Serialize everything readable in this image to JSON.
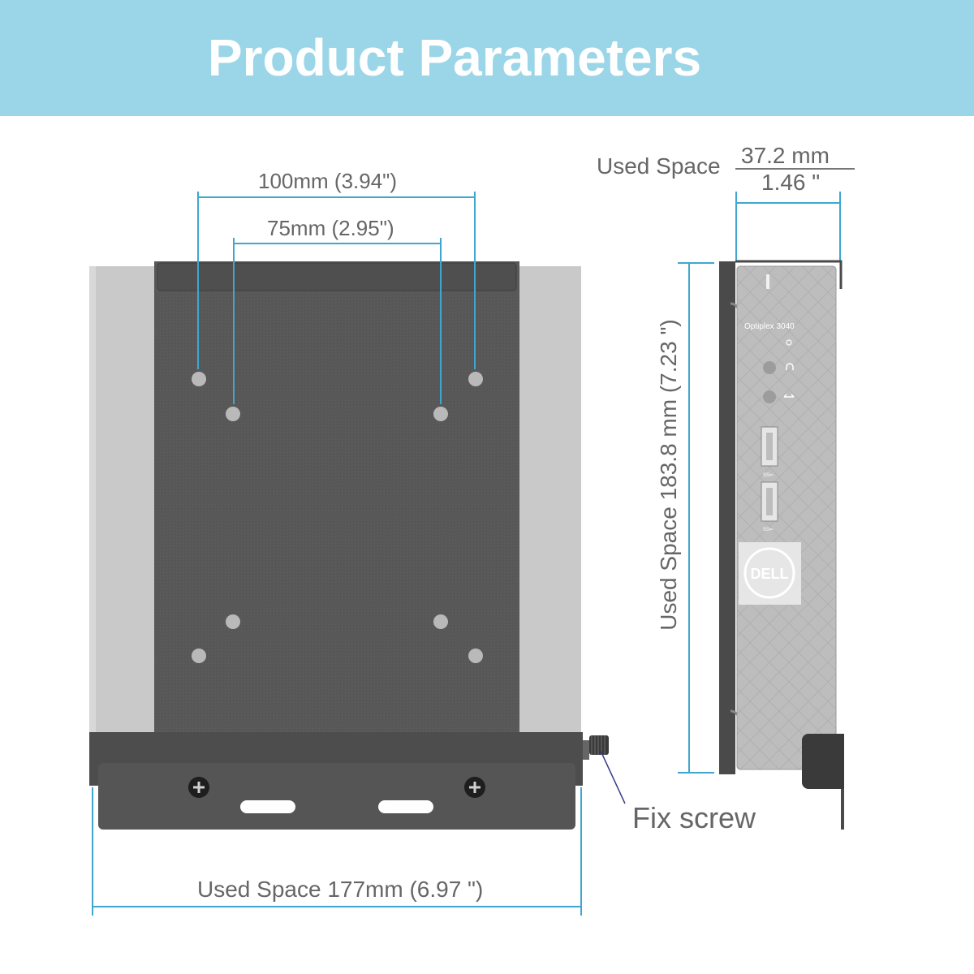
{
  "header": {
    "title": "Product Parameters"
  },
  "dimensions": {
    "vesa_100": "100mm (3.94\")",
    "vesa_75": "75mm (2.95\")",
    "width_used_space": "Used Space 177mm (6.97 \")",
    "depth_label": "Used Space",
    "depth_mm": "37.2 mm",
    "depth_in": "1.46 \"",
    "height_used_space": "Used Space  183.8 mm (7.23 \")"
  },
  "callouts": {
    "fix_screw": "Fix screw"
  },
  "device": {
    "model": "Optiplex 3040",
    "logo": "DELL",
    "usb_label": "SS⇐"
  },
  "colors": {
    "banner": "#9bd6e8",
    "dimension_line": "#3fa7cf",
    "bracket": "#4a4a4a",
    "plate": "#585858",
    "side_panel": "#c9c9c9",
    "text": "#666666"
  }
}
